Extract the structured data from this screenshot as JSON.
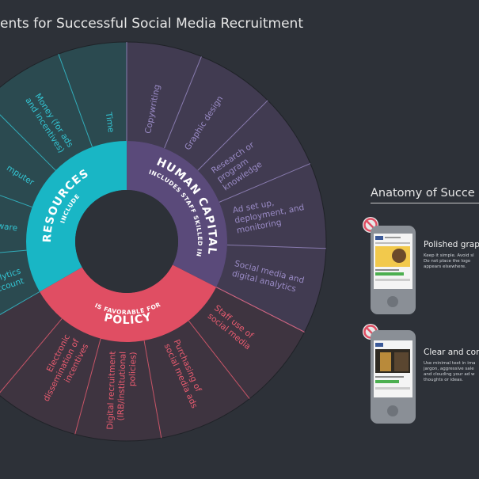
{
  "title": "ents for Successful Social Media Recruitment",
  "wheel": {
    "resources": {
      "title": "RESOURCES",
      "subtitle": "INCLUDE"
    },
    "human_capital": {
      "title": "HUMAN CAPITAL",
      "subtitle": "INCLUDES STAFF SKILLED IN"
    },
    "policy": {
      "title": "POLICY",
      "subtitle": "IS FAVORABLE FOR"
    },
    "human_capital_items": [
      [
        "Copywriting"
      ],
      [
        "Graphic design"
      ],
      [
        "Research or",
        "program",
        "knowledge"
      ],
      [
        "Ad set up,",
        "deployment, and",
        "monitoring"
      ],
      [
        "Social media and",
        "digital analytics"
      ]
    ],
    "policy_items": [
      [
        "Staff use of",
        "social media"
      ],
      [
        "Purchasing of",
        "social media ads"
      ],
      [
        "Digital recruitment",
        "(IRB/institutional",
        "policies)"
      ],
      [
        "Electronic",
        "dissemination of",
        "incentives"
      ]
    ],
    "resources_items": [
      [
        "Time"
      ],
      [
        "Money (for ads",
        "and incentives)"
      ],
      [
        "mputer"
      ],
      [
        "ware"
      ],
      [
        "nalytics",
        "account"
      ]
    ]
  },
  "anatomy": {
    "title": "Anatomy of Succe",
    "cards": [
      {
        "heading": "Polished graph",
        "body": [
          "Keep it simple. Avoid sl",
          "Do not place the logo",
          "appears elsewhere."
        ]
      },
      {
        "heading": "Clear and conc",
        "body": [
          "Use minimal text in ima",
          "jargon, aggressive sale",
          "and clouding your ad w",
          "thoughts or ideas."
        ]
      }
    ]
  },
  "colors": {
    "background": "#2d3138",
    "resources": "#19b6c5",
    "human_capital": "#5a4a7a",
    "policy": "#e04e63",
    "resources_ring": "#2b4a50",
    "human_capital_ring": "#413b51",
    "policy_ring": "#3e3440",
    "human_capital_text": "#9a8bc6",
    "policy_text": "#ea5c70",
    "resources_text": "#33c6d4",
    "no_symbol": "#e04e63"
  },
  "icons": [
    "no-symbol-icon",
    "phone-icon"
  ]
}
